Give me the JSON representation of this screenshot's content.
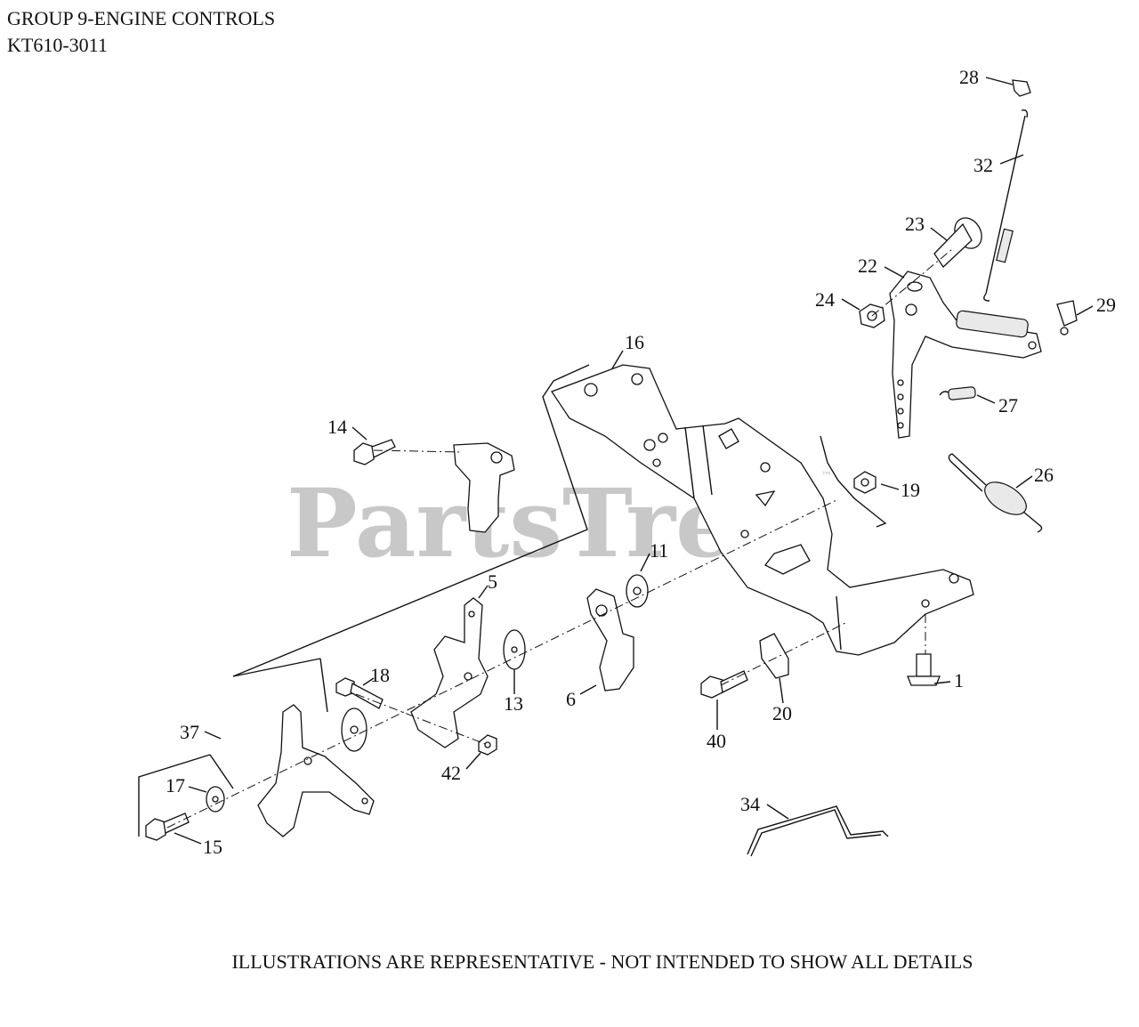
{
  "header": {
    "group_title": "GROUP 9-ENGINE CONTROLS",
    "model": "KT610-3011"
  },
  "watermark": {
    "text": "PartsTree",
    "mark": "™"
  },
  "callouts": [
    {
      "id": "c28",
      "label": "28"
    },
    {
      "id": "c32",
      "label": "32"
    },
    {
      "id": "c23",
      "label": "23"
    },
    {
      "id": "c22",
      "label": "22"
    },
    {
      "id": "c24",
      "label": "24"
    },
    {
      "id": "c29",
      "label": "29"
    },
    {
      "id": "c16",
      "label": "16"
    },
    {
      "id": "c27",
      "label": "27"
    },
    {
      "id": "c14",
      "label": "14"
    },
    {
      "id": "c26",
      "label": "26"
    },
    {
      "id": "c19",
      "label": "19"
    },
    {
      "id": "c11",
      "label": "11"
    },
    {
      "id": "c5",
      "label": "5"
    },
    {
      "id": "c18",
      "label": "18"
    },
    {
      "id": "c1",
      "label": "1"
    },
    {
      "id": "c13",
      "label": "13"
    },
    {
      "id": "c6",
      "label": "6"
    },
    {
      "id": "c20",
      "label": "20"
    },
    {
      "id": "c37",
      "label": "37"
    },
    {
      "id": "c40",
      "label": "40"
    },
    {
      "id": "c42",
      "label": "42"
    },
    {
      "id": "c17",
      "label": "17"
    },
    {
      "id": "c34",
      "label": "34"
    },
    {
      "id": "c15",
      "label": "15"
    }
  ],
  "footer": {
    "note": "ILLUSTRATIONS ARE REPRESENTATIVE - NOT INTENDED TO SHOW ALL DETAILS"
  }
}
